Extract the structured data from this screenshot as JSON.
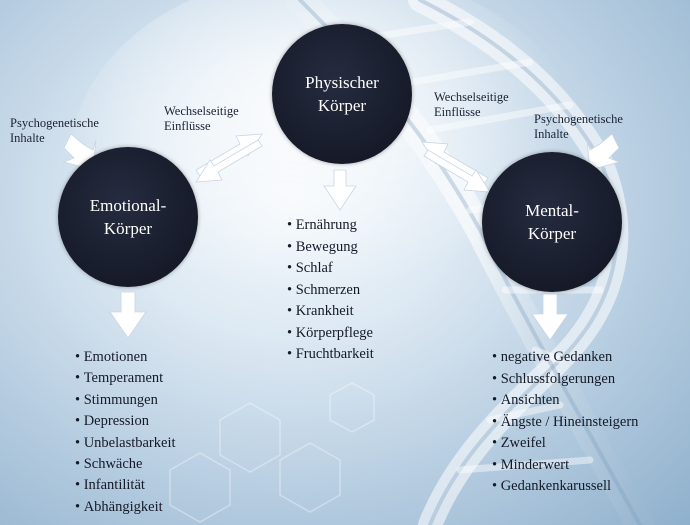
{
  "diagram": {
    "nodes": {
      "physisch": {
        "line1": "Physischer",
        "line2": "Körper"
      },
      "emotional": {
        "line1": "Emotional-",
        "line2": "Körper"
      },
      "mental": {
        "line1": "Mental-",
        "line2": "Körper"
      }
    },
    "labels": {
      "psychogen_left": {
        "line1": "Psychogenetische",
        "line2": "Inhalte"
      },
      "psychogen_right": {
        "line1": "Psychogenetische",
        "line2": "Inhalte"
      },
      "wechsel_left": {
        "line1": "Wechselseitige",
        "line2": "Einflüsse"
      },
      "wechsel_right": {
        "line1": "Wechselseitige",
        "line2": "Einflüsse"
      }
    },
    "lists": {
      "physisch": [
        "Ernährung",
        "Bewegung",
        "Schlaf",
        "Schmerzen",
        "Krankheit",
        "Körperpflege",
        "Fruchtbarkeit"
      ],
      "emotional": [
        "Emotionen",
        "Temperament",
        "Stimmungen",
        "Depression",
        "Unbelastbarkeit",
        "Schwäche",
        "Infantilität",
        "Abhängigkeit"
      ],
      "mental": [
        "negative Gedanken",
        "Schlussfolgerungen",
        "Ansichten",
        "Ängste / Hineinsteigern",
        "Zweifel",
        "Minderwert",
        "Gedankenkarussell"
      ]
    },
    "colors": {
      "node_fill": "#161a29",
      "arrow_fill": "#ffffff",
      "text": "#151a28",
      "background": "#c9dbea"
    }
  }
}
